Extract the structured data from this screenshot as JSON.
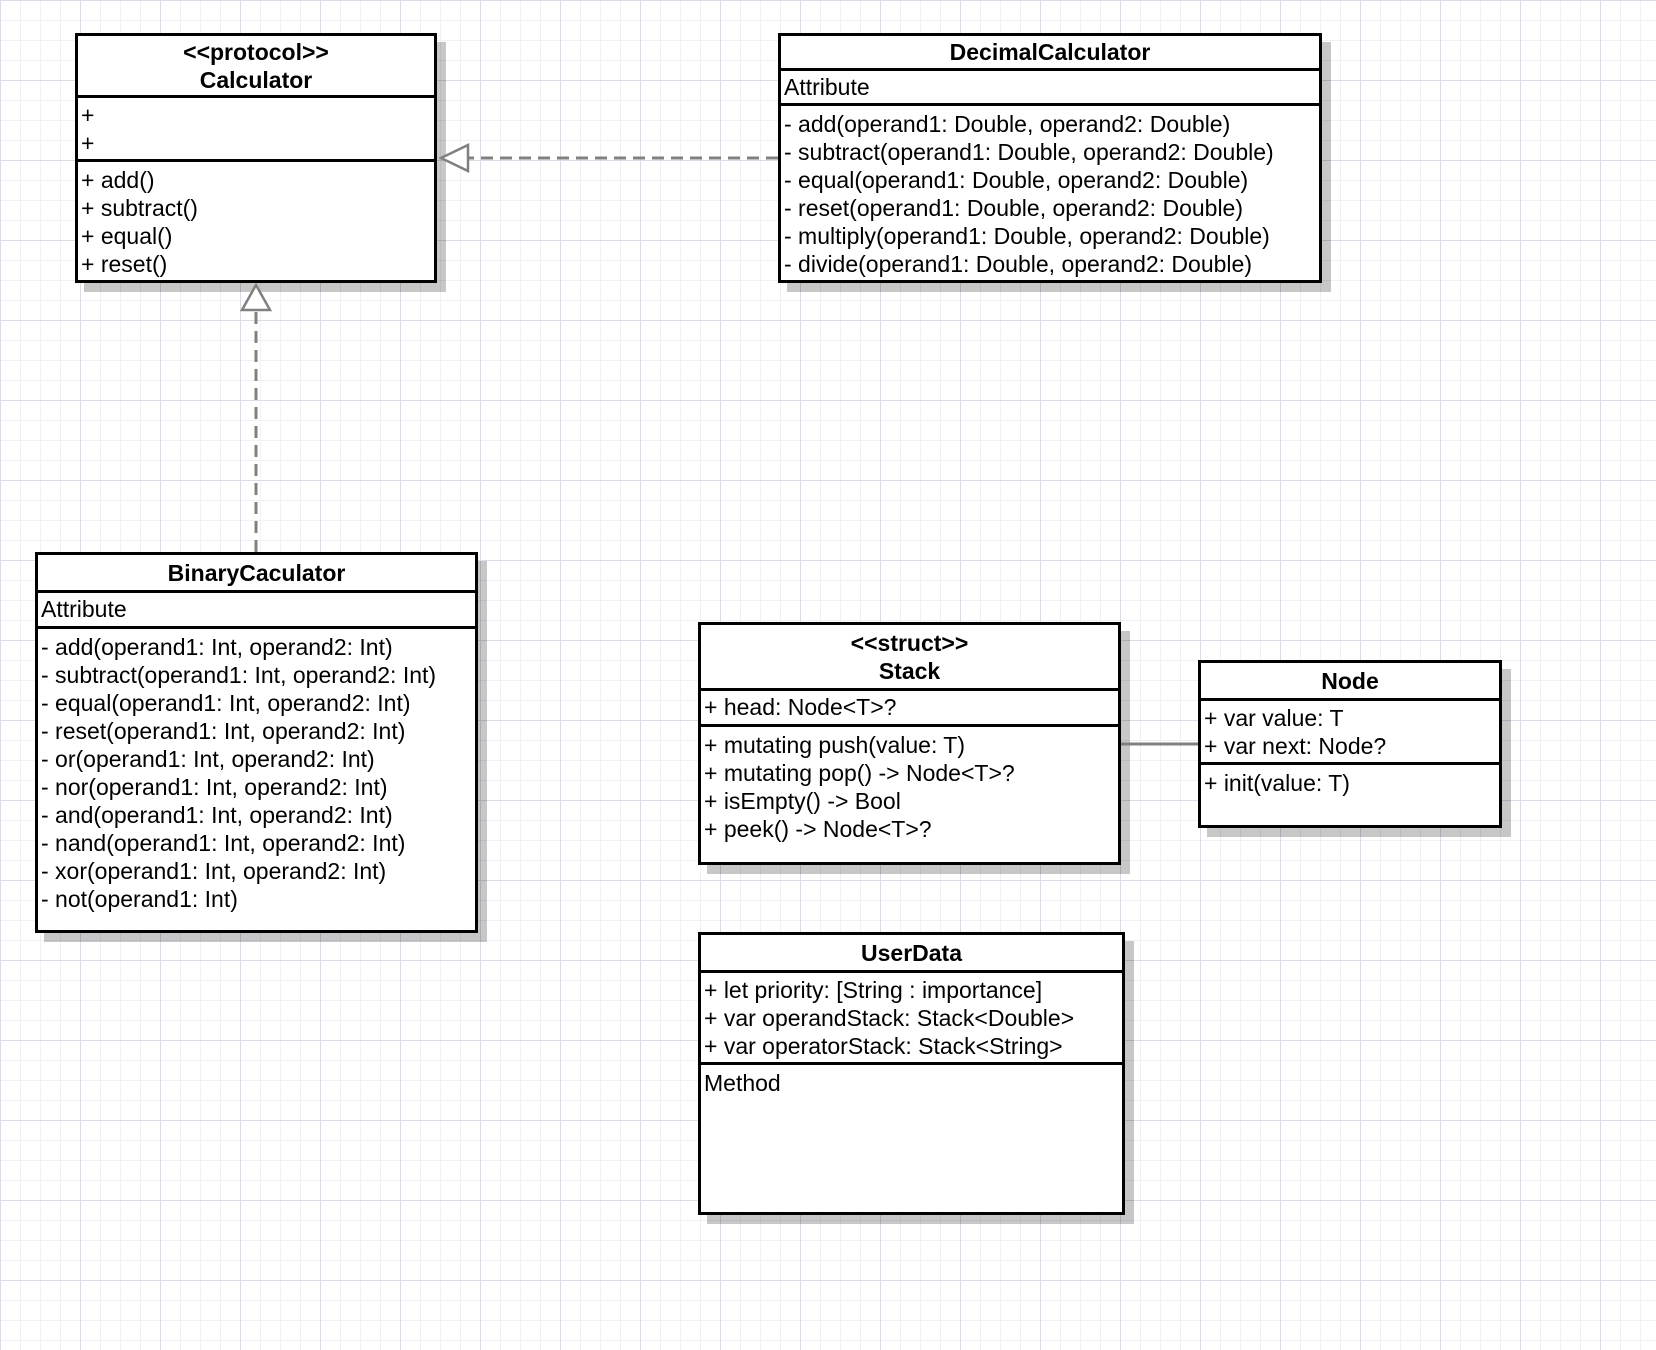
{
  "classes": {
    "calculator": {
      "stereotype": "<<protocol>>",
      "name": "Calculator",
      "attributes": [
        "+",
        "+"
      ],
      "methods": [
        "+ add()",
        "+ subtract()",
        "+ equal()",
        "+ reset()"
      ]
    },
    "decimal_calculator": {
      "name": "DecimalCalculator",
      "attributes": [
        "Attribute"
      ],
      "methods": [
        "- add(operand1: Double, operand2: Double)",
        "- subtract(operand1: Double, operand2: Double)",
        "- equal(operand1: Double, operand2: Double)",
        "- reset(operand1: Double, operand2: Double)",
        "- multiply(operand1: Double, operand2: Double)",
        "- divide(operand1: Double, operand2: Double)"
      ]
    },
    "binary_calculator": {
      "name": "BinaryCaculator",
      "attributes": [
        "Attribute"
      ],
      "methods": [
        "- add(operand1: Int, operand2: Int)",
        "- subtract(operand1: Int, operand2: Int)",
        "- equal(operand1: Int, operand2: Int)",
        "- reset(operand1: Int, operand2: Int)",
        "- or(operand1: Int, operand2: Int)",
        "- nor(operand1: Int, operand2: Int)",
        "- and(operand1: Int, operand2: Int)",
        "- nand(operand1: Int, operand2: Int)",
        "- xor(operand1: Int, operand2: Int)",
        "- not(operand1: Int)"
      ]
    },
    "stack": {
      "stereotype": "<<struct>>",
      "name": "Stack",
      "attributes": [
        "+ head: Node<T>?"
      ],
      "methods": [
        "+ mutating push(value: T)",
        "+ mutating pop() -> Node<T>?",
        "+ isEmpty() -> Bool",
        "+ peek() -> Node<T>?"
      ]
    },
    "node": {
      "name": "Node",
      "attributes": [
        "+ var value: T",
        "+ var next: Node?"
      ],
      "methods": [
        "+ init(value: T)"
      ]
    },
    "user_data": {
      "name": "UserData",
      "attributes": [
        "+ let priority: [String : importance]",
        "+ var operandStack: Stack<Double>",
        "+ var operatorStack: Stack<String>"
      ],
      "methods": [
        "Method"
      ]
    }
  },
  "relations": [
    {
      "from": "DecimalCalculator",
      "to": "Calculator",
      "type": "realization"
    },
    {
      "from": "BinaryCaculator",
      "to": "Calculator",
      "type": "realization"
    },
    {
      "from": "Stack",
      "to": "Node",
      "type": "association"
    }
  ],
  "colors": {
    "border": "#000000",
    "connector": "#808080",
    "grid": "#dcdce6"
  }
}
